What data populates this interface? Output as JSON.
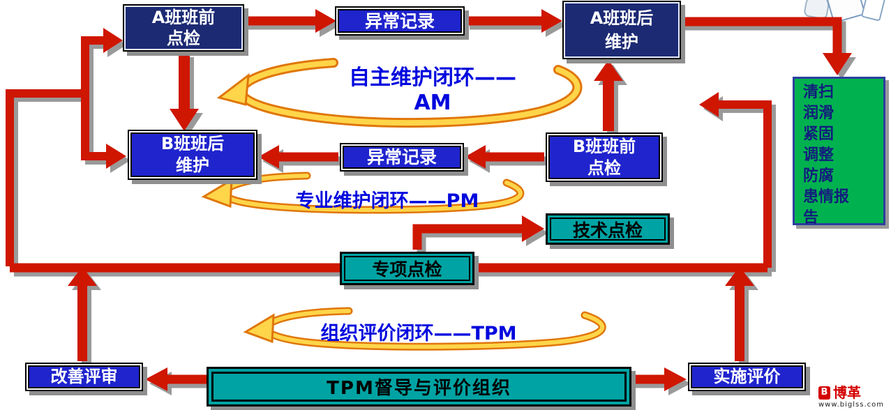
{
  "colors": {
    "arrow_red": "#cf1502",
    "shadow_gray": "#8f8f8f",
    "navy_fill": "#1c2a74",
    "blue_fill": "#1f24cd",
    "teal_fill": "#00a3a3",
    "green_fill": "#00b24f",
    "loop_label_blue": "#0007dd",
    "swoosh_yellow": "#ffd54a",
    "swoosh_orange": "#e0760a",
    "logo_red": "#d40000"
  },
  "nodes": {
    "a_pre_check": {
      "label": "A班班前\n点检"
    },
    "abnormal_record_top": {
      "label": "异常记录"
    },
    "a_post_maintenance": {
      "label": "A班班后\n维护"
    },
    "b_post_maintenance": {
      "label": "B班班后\n维护"
    },
    "abnormal_record_mid": {
      "label": "异常记录"
    },
    "b_pre_check": {
      "label": "B班班前\n点检"
    },
    "maintenance_items": {
      "label": "清扫\n润滑\n紧固\n调整\n防腐\n患情报\n告"
    },
    "tech_check": {
      "label": "技术点检"
    },
    "special_check": {
      "label": "专项点检"
    },
    "improvement_review": {
      "label": "改善评审"
    },
    "tpm_org": {
      "label": "TPM督导与评价组织"
    },
    "implementation_eval": {
      "label": "实施评价"
    }
  },
  "loop_labels": {
    "am": "自主维护闭环——\nAM",
    "pm": "专业维护闭环——PM",
    "tpm": "组织评价闭环——TPM"
  },
  "logo": {
    "icon_glyph": "B",
    "name": "博革",
    "url": "www.biglss.com"
  }
}
